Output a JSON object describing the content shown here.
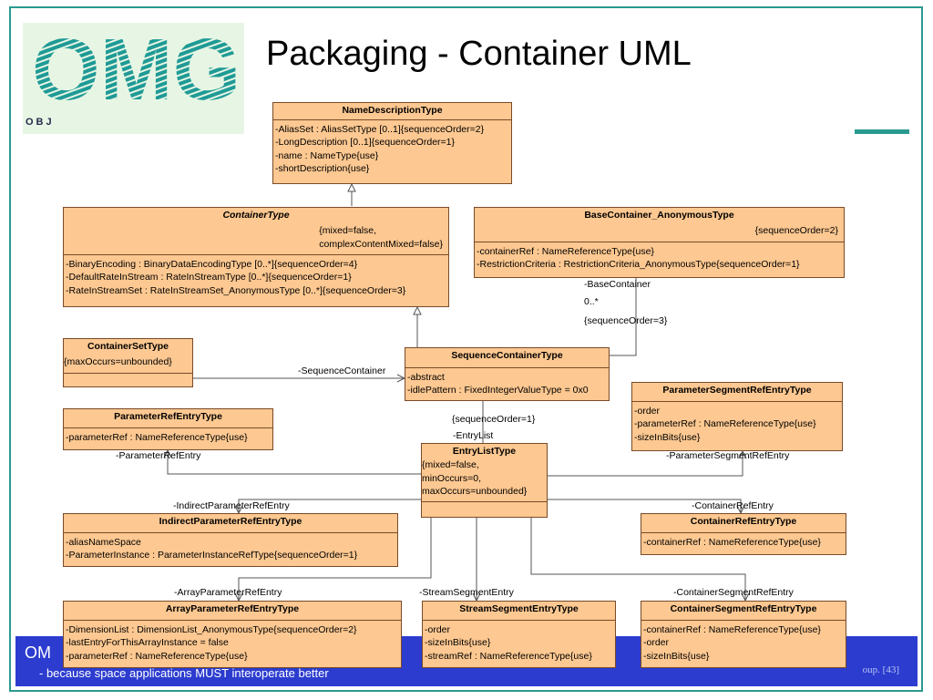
{
  "slide": {
    "title": "Packaging - Container UML",
    "logo_text": "OMG",
    "logo_subtext": "OBJ",
    "footer_text": "OM",
    "footer_subtext": "- because space applications MUST interoperate better",
    "footer_right": "oup. [43]"
  },
  "classes": {
    "name_description": {
      "name": "NameDescriptionType",
      "attrs": [
        "-AliasSet : AliasSetType [0..1]{sequenceOrder=2}",
        "-LongDescription [0..1]{sequenceOrder=1}",
        "-name : NameType{use}",
        "-shortDescription{use}"
      ]
    },
    "container": {
      "name": "ContainerType",
      "tags": [
        "{mixed=false,",
        "complexContentMixed=false}"
      ],
      "attrs": [
        "-BinaryEncoding : BinaryDataEncodingType [0..*]{sequenceOrder=4}",
        "-DefaultRateInStream : RateInStreamType [0..*]{sequenceOrder=1}",
        "-RateInStreamSet : RateInStreamSet_AnonymousType [0..*]{sequenceOrder=3}"
      ]
    },
    "base_container": {
      "name": "BaseContainer_AnonymousType",
      "tags": [
        "{sequenceOrder=2}"
      ],
      "attrs": [
        "-containerRef : NameReferenceType{use}",
        "-RestrictionCriteria : RestrictionCriteria_AnonymousType{sequenceOrder=1}"
      ]
    },
    "container_set": {
      "name": "ContainerSetType",
      "tags": [
        "{maxOccurs=unbounded}"
      ]
    },
    "sequence_container": {
      "name": "SequenceContainerType",
      "attrs": [
        "-abstract",
        "-idlePattern : FixedIntegerValueType = 0x0"
      ]
    },
    "parameter_segment_ref": {
      "name": "ParameterSegmentRefEntryType",
      "attrs": [
        "-order",
        "-parameterRef : NameReferenceType{use}",
        "-sizeInBits{use}"
      ]
    },
    "parameter_ref": {
      "name": "ParameterRefEntryType",
      "attrs": [
        "-parameterRef : NameReferenceType{use}"
      ]
    },
    "entry_list": {
      "name": "EntryListType",
      "tags": [
        "{mixed=false,",
        "minOccurs=0,",
        "maxOccurs=unbounded}"
      ]
    },
    "indirect_parameter_ref": {
      "name": "IndirectParameterRefEntryType",
      "attrs": [
        "-aliasNameSpace",
        "-ParameterInstance : ParameterInstanceRefType{sequenceOrder=1}"
      ]
    },
    "container_ref": {
      "name": "ContainerRefEntryType",
      "attrs": [
        "-containerRef : NameReferenceType{use}"
      ]
    },
    "array_parameter_ref": {
      "name": "ArrayParameterRefEntryType",
      "attrs": [
        "-DimensionList : DimensionList_AnonymousType{sequenceOrder=2}",
        "-lastEntryForThisArrayInstance = false",
        "-parameterRef : NameReferenceType{use}"
      ]
    },
    "stream_segment": {
      "name": "StreamSegmentEntryType",
      "attrs": [
        "-order",
        "-sizeInBits{use}",
        "-streamRef : NameReferenceType{use}"
      ]
    },
    "container_segment_ref": {
      "name": "ContainerSegmentRefEntryType",
      "attrs": [
        "-containerRef : NameReferenceType{use}",
        "-order",
        "-sizeInBits{use}"
      ]
    }
  },
  "labels": {
    "base_container_role": "-BaseContainer",
    "base_container_mult": "0..*",
    "base_container_order": "{sequenceOrder=3}",
    "sequence_container_role": "-SequenceContainer",
    "entry_list_order": "{sequenceOrder=1}",
    "entry_list_role": "-EntryList",
    "parameter_ref_role": "-ParameterRefEntry",
    "parameter_segment_role": "-ParameterSegmentRefEntry",
    "indirect_role": "-IndirectParameterRefEntry",
    "container_ref_role": "-ContainerRefEntry",
    "array_role": "-ArrayParameterRefEntry",
    "stream_role": "-StreamSegmentEntry",
    "container_segment_role": "-ContainerSegmentRefEntry"
  },
  "colors": {
    "class_fill": "#fdc891",
    "class_border": "#7a4a28",
    "frame": "#2a9a8f",
    "footer": "#2c3ccf"
  }
}
